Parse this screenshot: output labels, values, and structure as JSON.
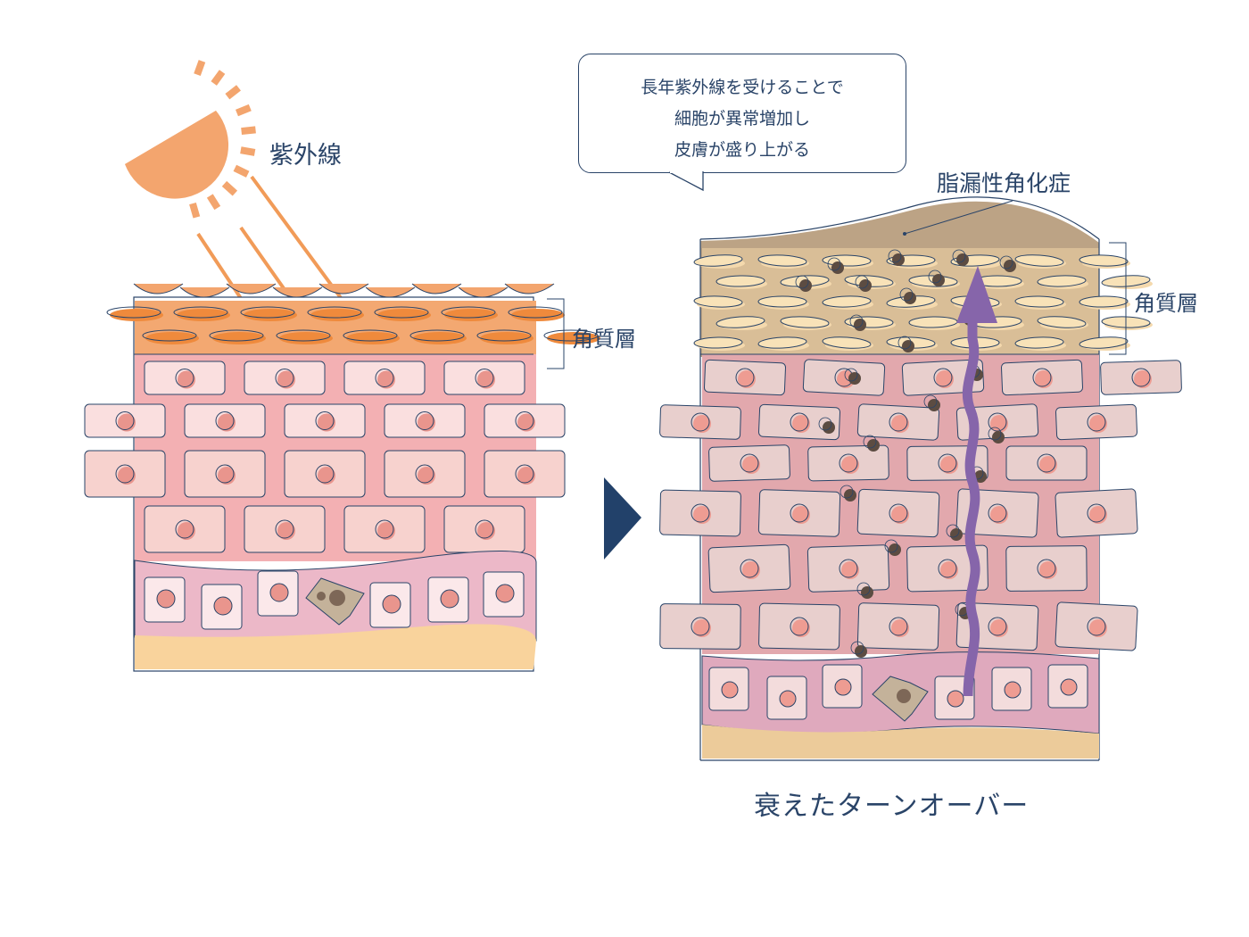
{
  "labels": {
    "uv": "紫外線",
    "stratum_corneum_left": "角質層",
    "stratum_corneum_right": "角質層",
    "seborrheic_keratosis": "脂漏性角化症",
    "caption": "衰えたターンオーバー"
  },
  "bubble": {
    "lines": [
      "長年紫外線を受けることで",
      "細胞が異常増加し",
      "皮膚が盛り上がる"
    ]
  },
  "colors": {
    "navy": "#2a4468",
    "sun": "#f3a56e",
    "uv_ray": "#ef8a3c",
    "corneum_left": "#f3a871",
    "spinous_left": "#f3b0b3",
    "corneum_right": "#d9be97",
    "keratosis": "#bca385",
    "spinous_right": "#e2a8ad",
    "arrow": "#8665aa",
    "fat": "#f9d39c"
  }
}
